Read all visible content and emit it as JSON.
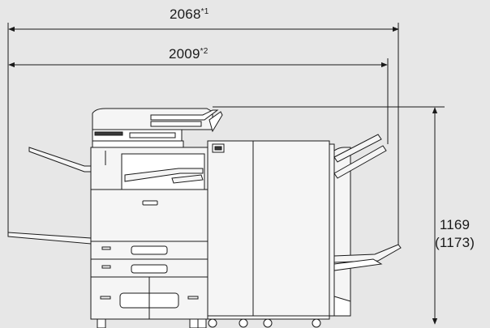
{
  "dimensions": {
    "overall_width": {
      "value": "2068",
      "note": "*1"
    },
    "width_without_tray": {
      "value": "2009",
      "note": "*2"
    },
    "height": {
      "value": "1169",
      "alt_value": "(1173)"
    }
  },
  "colors": {
    "background": "#e7e7e7",
    "line": "#1a1a1a",
    "machine_fill": "#f5f5f5",
    "machine_dark": "#3a3a3a"
  }
}
